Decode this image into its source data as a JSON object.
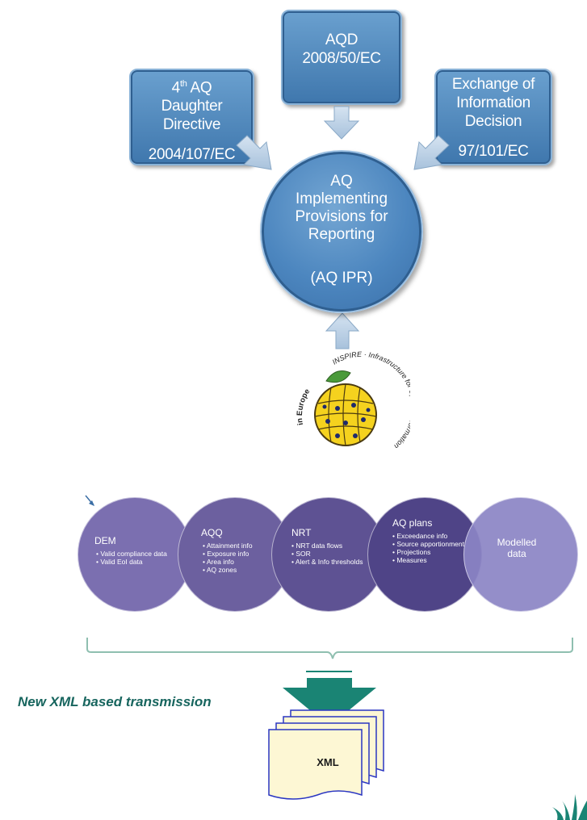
{
  "sources": {
    "aqd": {
      "line1": "AQD",
      "line2": "2008/50/EC"
    },
    "daughter": {
      "sup": "th",
      "num": "4",
      "line1_rest": " AQ",
      "line2": "Daughter",
      "line3": "Directive",
      "line4": "2004/107/EC"
    },
    "exchange": {
      "line1": "Exchange of",
      "line2": "Information",
      "line3": "Decision",
      "line4": "97/101/EC"
    }
  },
  "center": {
    "line1": "AQ",
    "line2": "Implementing",
    "line3": "Provisions for",
    "line4": "Reporting",
    "abbr": "(AQ IPR)"
  },
  "inspire_logo": {
    "text_left": "in Europe",
    "text_top": "INSPIRE · Infrastructure for Spatial Information"
  },
  "circles": [
    {
      "title": "DEM",
      "items": [
        "Valid compliance data",
        "Valid EoI data"
      ],
      "color": "#7b6fb0"
    },
    {
      "title": "AQQ",
      "items": [
        "Attainment info",
        "Exposure info",
        "Area info",
        "AQ zones"
      ],
      "color": "#6c609f"
    },
    {
      "title": "NRT",
      "items": [
        "NRT data flows",
        "SOR",
        "Alert & Info thresholds"
      ],
      "color": "#5e5293"
    },
    {
      "title": "AQ plans",
      "items": [
        "Exceedance info",
        "Source apportionment",
        "Projections",
        "Measures"
      ],
      "color": "#4f4487"
    },
    {
      "title": "Modelled data",
      "items": [],
      "color": "#8b84c4"
    }
  ],
  "transmission": {
    "label": "New XML based transmission",
    "xml": "XML"
  },
  "colors": {
    "box_blue": "#4a82ba",
    "arrow_grey": "#b9cfe4",
    "teal": "#1a8474",
    "brace": "#8fbfb0"
  }
}
